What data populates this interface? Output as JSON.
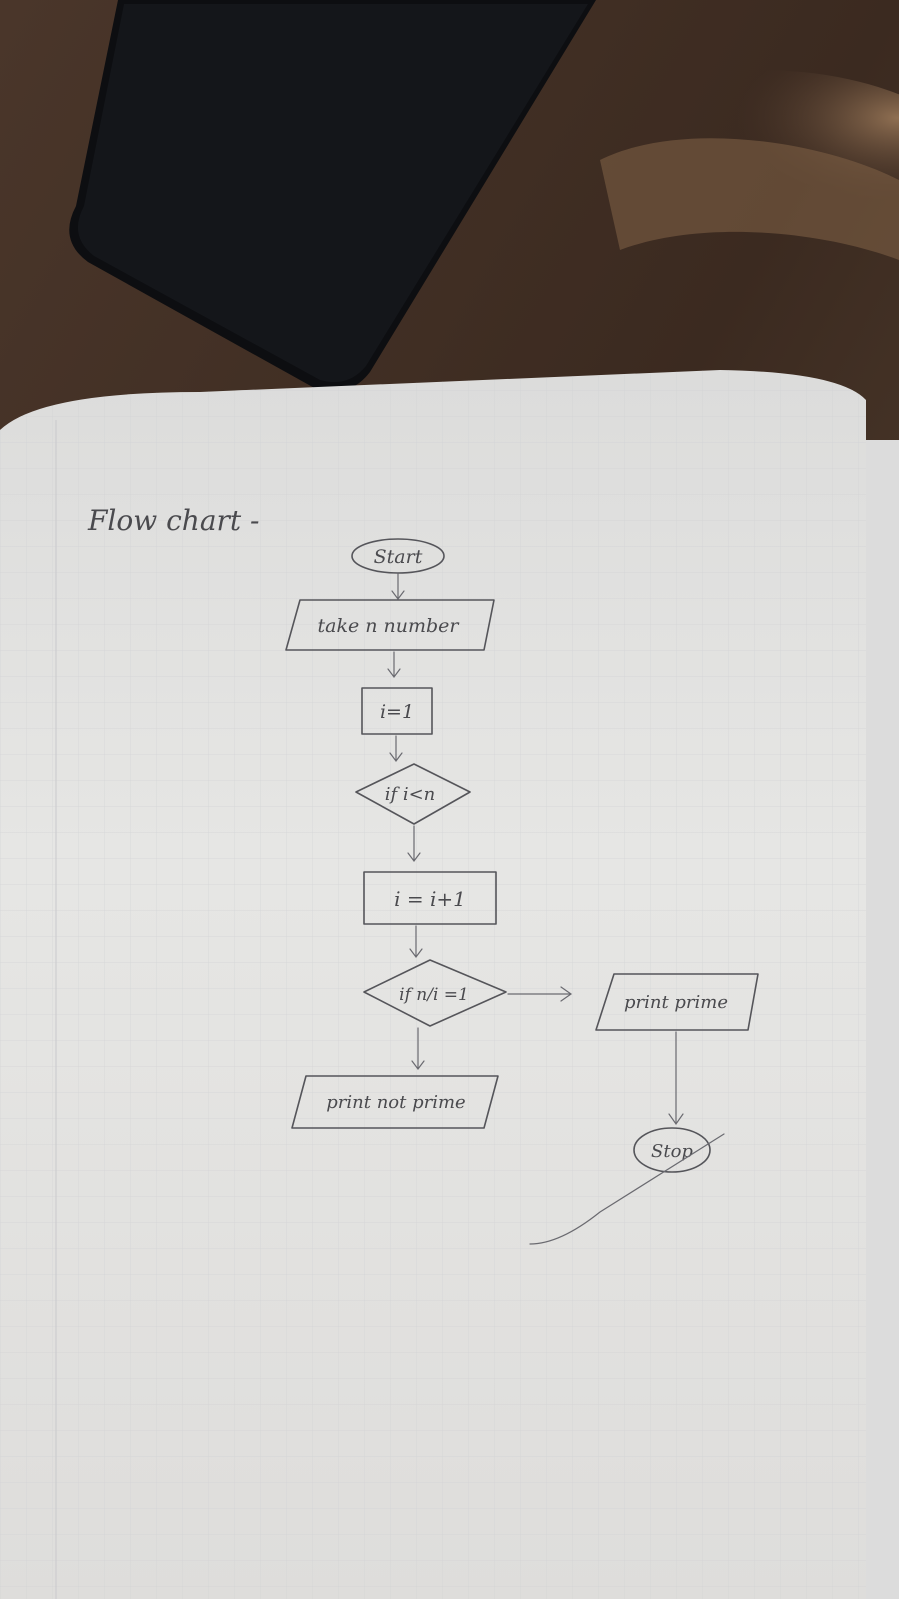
{
  "heading": "Flow chart -",
  "flowchart": {
    "start": "Start",
    "input": "take n number",
    "init": "i=1",
    "condition_1": "if i<n",
    "increment": "i = i+1",
    "condition_2": "if n/i =1",
    "output_prime": "print prime",
    "output_not_prime": "print not prime",
    "stop": "Stop"
  },
  "colors": {
    "paper": "#e6e6e4",
    "pencil": "#55555a",
    "table": "#3a2a20",
    "phone": "#101114"
  }
}
